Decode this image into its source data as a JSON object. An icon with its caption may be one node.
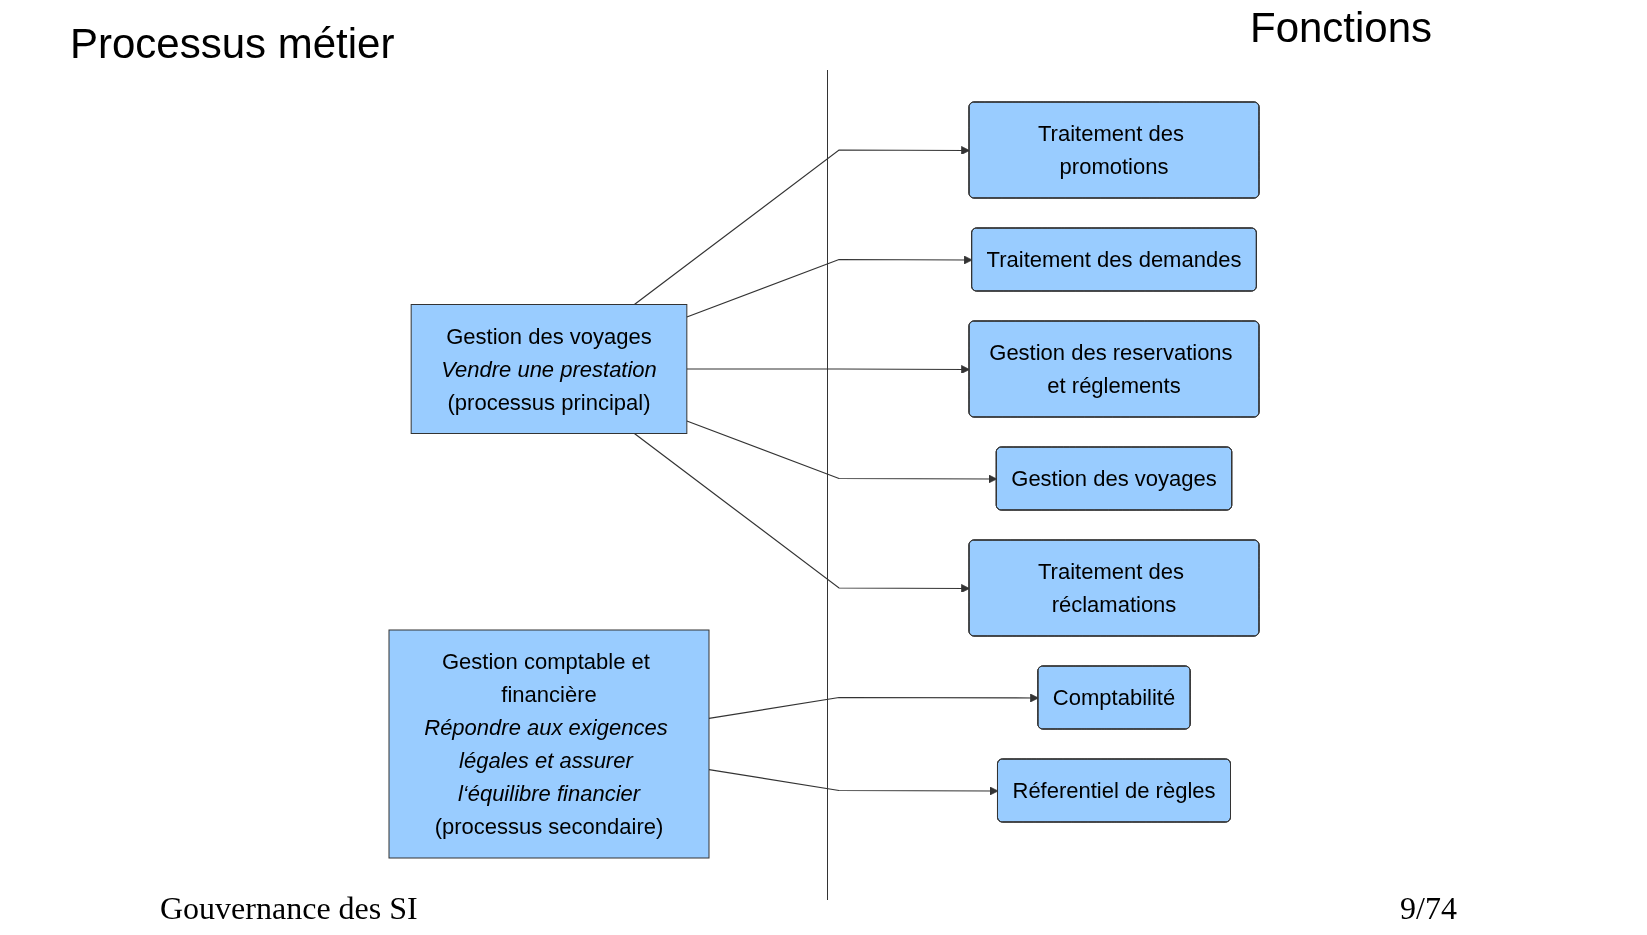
{
  "diagram": {
    "nodes": [
      {
        "text": [
          "Gestion des voyages",
          "Vendre une prestation",
          "(processus principal)"
        ]
      },
      {
        "text": [
          "Traitement des promotions"
        ]
      },
      {
        "text": [
          "Traitement des demandes"
        ]
      },
      {
        "text": [
          "Gestion des reservations et réglements"
        ]
      },
      {
        "text": [
          "Gestion des voyages"
        ]
      },
      {
        "text": [
          "Traitement des réclamations"
        ]
      },
      {
        "text": [
          "Gestion comptable et financière",
          "Répondre aux exigences légales et assurer l‘équilibre financier",
          "(processus secondaire)"
        ]
      },
      {
        "text": [
          "Comptabilité"
        ]
      },
      {
        "text": [
          "Réferentiel de règles"
        ]
      }
    ],
    "edges": [
      {
        "from": 0,
        "to": 1,
        "arrow": "to"
      },
      {
        "from": 0,
        "to": 2,
        "arrow": "to"
      },
      {
        "from": 0,
        "to": 3,
        "arrow": "to"
      },
      {
        "from": 0,
        "to": 4,
        "arrow": "to"
      },
      {
        "from": 0,
        "to": 5,
        "arrow": "to"
      },
      {
        "from": 6,
        "to": 7,
        "arrow": "to"
      },
      {
        "from": 6,
        "to": 8,
        "arrow": "to"
      }
    ],
    "labels": [
      "Processus métier",
      "Fonctions",
      "Gouvernance des SI",
      "9/74"
    ]
  }
}
